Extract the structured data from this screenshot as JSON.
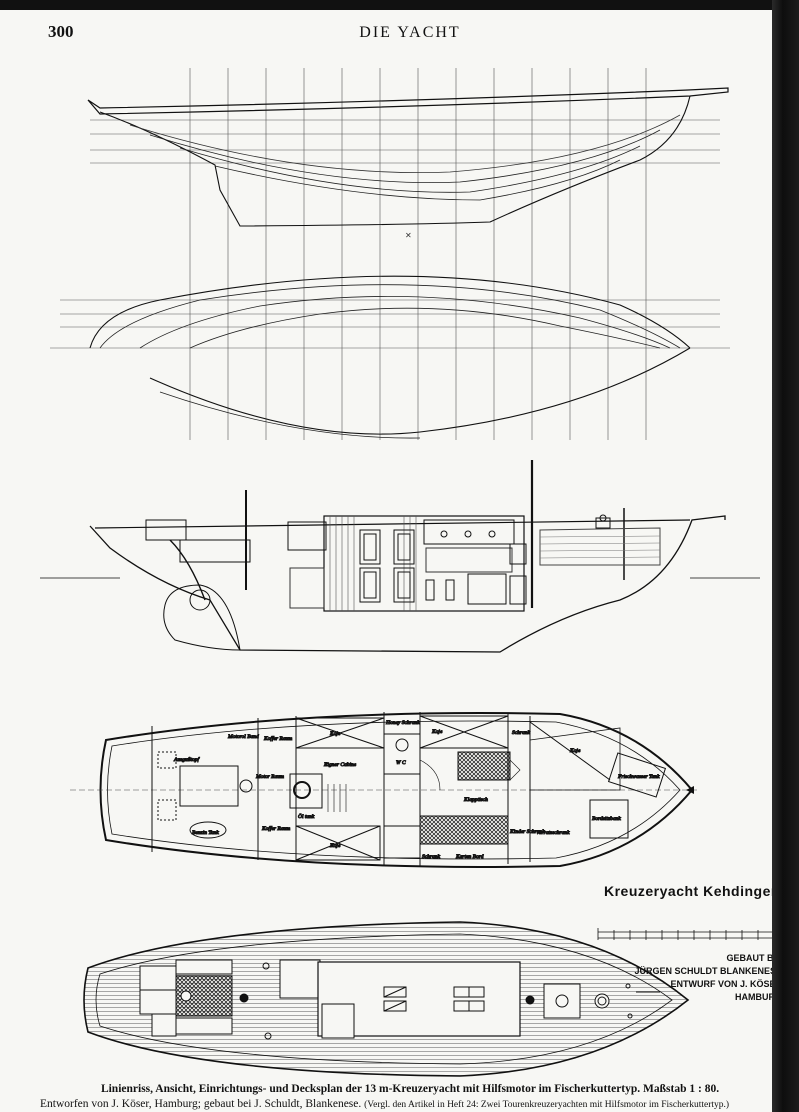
{
  "header": {
    "page_number": "300",
    "running_title": "DIE YACHT"
  },
  "plan_labels": {
    "motorol_band": "Motorol Band",
    "koffer_raum_top": "Koffer Raum",
    "koje_1": "Koje",
    "honig_schrank": "Honey Schrank",
    "koje_2": "Koje",
    "schrank_1": "Schrank",
    "koje_3": "Koje",
    "ausguss": "Ausgußtopf",
    "motor_raum": "Motor Raum",
    "eigner_cabine": "Eigner Cabine",
    "wc": "W C",
    "frischwasser_tank": "Frischwasser Tank",
    "klapptisch": "Klapptisch",
    "oel_tank": "Öl tank",
    "benzin_tank": "Benzin Tank",
    "koffer_raum_bottom": "Koffer Raum",
    "koje_4": "Koje",
    "kinder_schrank": "Kinder Schrank",
    "vorratsschrank": "Vorratsschrank",
    "bordsitzbank": "Bordsitzbank",
    "schrank_2": "Schrank",
    "karten_bord": "Karten Bord"
  },
  "drawing_title": "Kreuzeryacht Kehdingen",
  "builder": {
    "line1": "GEBAUT BEI",
    "line2": "JÜRGEN SCHULDT BLANKENESE",
    "line3": "ENTWURF VON J. KÖSER",
    "line4": "HAMBURG"
  },
  "caption": {
    "line1": "Linienriss, Ansicht, Einrichtungs- und Decksplan der 13 m-Kreuzeryacht mit Hilfsmotor im Fischerkuttertyp.  Maßstab 1 : 80.",
    "line2": "Entworfen von J. Köser, Hamburg; gebaut bei J. Schuldt, Blankenese.",
    "line2_note": "(Vergl. den Artikel in Heft 24: Zwei Tourenkreuzeryachten mit Hilfsmotor im Fischerkuttertyp.)"
  },
  "colors": {
    "paper": "#f7f7f4",
    "ink": "#111111",
    "gutter": "#141414"
  }
}
